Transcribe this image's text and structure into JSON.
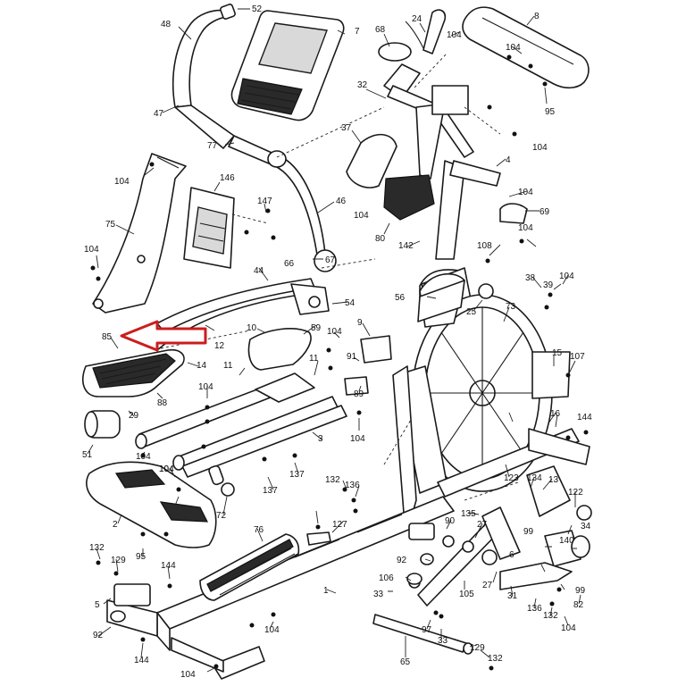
{
  "callouts": [
    {
      "id": "c52a",
      "text": "52"
    },
    {
      "id": "c48",
      "text": "48"
    },
    {
      "id": "c7",
      "text": "7"
    },
    {
      "id": "c68",
      "text": "68"
    },
    {
      "id": "c24",
      "text": "24"
    },
    {
      "id": "c104a",
      "text": "104"
    },
    {
      "id": "c8",
      "text": "8"
    },
    {
      "id": "c104b",
      "text": "104"
    },
    {
      "id": "c95",
      "text": "95"
    },
    {
      "id": "c47",
      "text": "47"
    },
    {
      "id": "c32",
      "text": "32"
    },
    {
      "id": "c104c",
      "text": "104"
    },
    {
      "id": "c37",
      "text": "37"
    },
    {
      "id": "c4",
      "text": "4"
    },
    {
      "id": "c77",
      "text": "77"
    },
    {
      "id": "c104d",
      "text": "104"
    },
    {
      "id": "c146",
      "text": "146"
    },
    {
      "id": "c104e",
      "text": "104"
    },
    {
      "id": "c69",
      "text": "69"
    },
    {
      "id": "c147",
      "text": "147"
    },
    {
      "id": "c46",
      "text": "46"
    },
    {
      "id": "c104f",
      "text": "104"
    },
    {
      "id": "c75",
      "text": "75"
    },
    {
      "id": "c80",
      "text": "80"
    },
    {
      "id": "c142",
      "text": "142"
    },
    {
      "id": "c104g",
      "text": "104"
    },
    {
      "id": "c104h",
      "text": "104"
    },
    {
      "id": "c108",
      "text": "108"
    },
    {
      "id": "c66",
      "text": "66"
    },
    {
      "id": "c67",
      "text": "67"
    },
    {
      "id": "c44",
      "text": "44"
    },
    {
      "id": "c38",
      "text": "38"
    },
    {
      "id": "c104i",
      "text": "104"
    },
    {
      "id": "c39",
      "text": "39"
    },
    {
      "id": "c54",
      "text": "54"
    },
    {
      "id": "c56",
      "text": "56"
    },
    {
      "id": "c25",
      "text": "25"
    },
    {
      "id": "c73",
      "text": "73"
    },
    {
      "id": "c10",
      "text": "10"
    },
    {
      "id": "c59",
      "text": "59"
    },
    {
      "id": "c9",
      "text": "9"
    },
    {
      "id": "c104j",
      "text": "104"
    },
    {
      "id": "c85",
      "text": "85"
    },
    {
      "id": "c12",
      "text": "12"
    },
    {
      "id": "c11",
      "text": "11"
    },
    {
      "id": "c11b",
      "text": "11"
    },
    {
      "id": "c14",
      "text": "14"
    },
    {
      "id": "c91",
      "text": "91"
    },
    {
      "id": "c15",
      "text": "15"
    },
    {
      "id": "c107",
      "text": "107"
    },
    {
      "id": "c89",
      "text": "89"
    },
    {
      "id": "c104k",
      "text": "104"
    },
    {
      "id": "c88",
      "text": "88"
    },
    {
      "id": "c29",
      "text": "29"
    },
    {
      "id": "c16",
      "text": "16"
    },
    {
      "id": "c144a",
      "text": "144"
    },
    {
      "id": "c104l",
      "text": "104"
    },
    {
      "id": "c3",
      "text": "3"
    },
    {
      "id": "c51",
      "text": "51"
    },
    {
      "id": "c104m",
      "text": "104"
    },
    {
      "id": "c104n",
      "text": "104"
    },
    {
      "id": "c137a",
      "text": "137"
    },
    {
      "id": "c137b",
      "text": "137"
    },
    {
      "id": "c123",
      "text": "123"
    },
    {
      "id": "c134",
      "text": "134"
    },
    {
      "id": "c13",
      "text": "13"
    },
    {
      "id": "c132a",
      "text": "132"
    },
    {
      "id": "c136a",
      "text": "136"
    },
    {
      "id": "c122",
      "text": "122"
    },
    {
      "id": "c2",
      "text": "2"
    },
    {
      "id": "c72",
      "text": "72"
    },
    {
      "id": "c104o",
      "text": "104"
    },
    {
      "id": "c135",
      "text": "135"
    },
    {
      "id": "c90",
      "text": "90"
    },
    {
      "id": "c27a",
      "text": "27"
    },
    {
      "id": "c99a",
      "text": "99"
    },
    {
      "id": "c34",
      "text": "34"
    },
    {
      "id": "c127",
      "text": "127"
    },
    {
      "id": "c76",
      "text": "76"
    },
    {
      "id": "c140",
      "text": "140"
    },
    {
      "id": "c132b",
      "text": "132"
    },
    {
      "id": "c95b",
      "text": "95"
    },
    {
      "id": "c129a",
      "text": "129"
    },
    {
      "id": "c144b",
      "text": "144"
    },
    {
      "id": "c92a",
      "text": "92"
    },
    {
      "id": "c6",
      "text": "6"
    },
    {
      "id": "c106",
      "text": "106"
    },
    {
      "id": "c27b",
      "text": "27"
    },
    {
      "id": "c99b",
      "text": "99"
    },
    {
      "id": "c33a",
      "text": "33"
    },
    {
      "id": "c105",
      "text": "105"
    },
    {
      "id": "c31",
      "text": "31"
    },
    {
      "id": "c5",
      "text": "5"
    },
    {
      "id": "c136b",
      "text": "136"
    },
    {
      "id": "c132c",
      "text": "132"
    },
    {
      "id": "c82",
      "text": "82"
    },
    {
      "id": "c1",
      "text": "1"
    },
    {
      "id": "c92b",
      "text": "92"
    },
    {
      "id": "c104p",
      "text": "104"
    },
    {
      "id": "c97",
      "text": "97"
    },
    {
      "id": "c33b",
      "text": "33"
    },
    {
      "id": "c104q",
      "text": "104"
    },
    {
      "id": "c144c",
      "text": "144"
    },
    {
      "id": "c65",
      "text": "65"
    },
    {
      "id": "c129b",
      "text": "129"
    },
    {
      "id": "c104r",
      "text": "104"
    },
    {
      "id": "c132d",
      "text": "132"
    }
  ],
  "highlight": {
    "color": "#cc1d1d",
    "target_label": "85"
  }
}
